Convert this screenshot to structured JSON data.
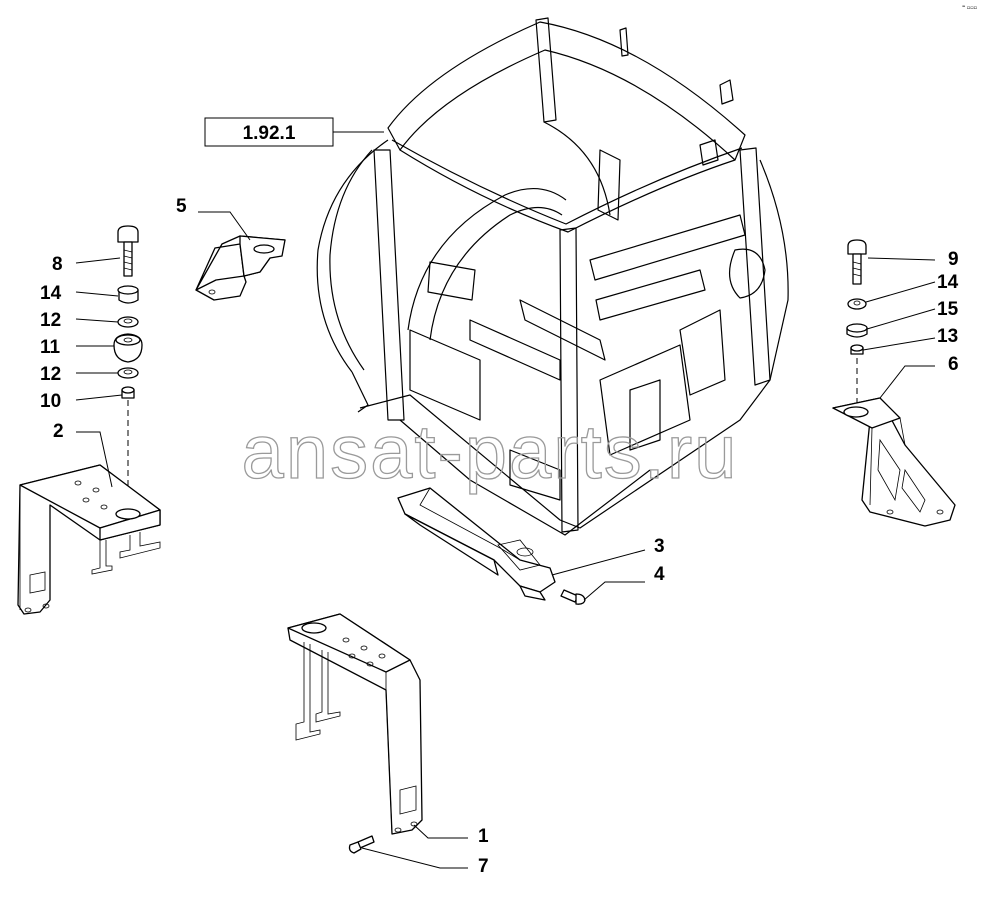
{
  "reference_label": "1.92.1",
  "corner_mark": "ꟹ ▫▫▫",
  "watermark": "ansat-parts.ru",
  "callouts": {
    "c1": "1",
    "c2": "2",
    "c3": "3",
    "c4": "4",
    "c5": "5",
    "c6": "6",
    "c7": "7",
    "c8": "8",
    "c9": "9",
    "c10": "10",
    "c11": "11",
    "c12a": "12",
    "c12b": "12",
    "c13": "13",
    "c14a": "14",
    "c14b": "14",
    "c15": "15"
  }
}
